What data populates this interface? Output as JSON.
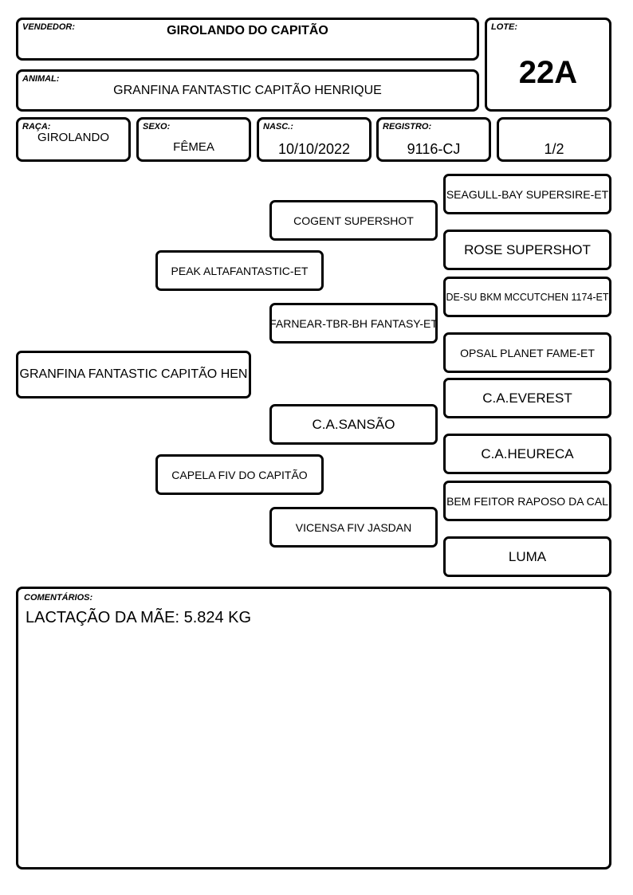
{
  "header": {
    "vendedor_label": "VENDEDOR:",
    "vendedor": "GIROLANDO DO CAPITÃO",
    "lote_label": "LOTE:",
    "lote": "22A",
    "animal_label": "ANIMAL:",
    "animal": "GRANFINA FANTASTIC CAPITÃO HENRIQUE"
  },
  "info": {
    "raca_label": "RAÇA:",
    "raca": "GIROLANDO",
    "sexo_label": "SEXO:",
    "sexo": "FÊMEA",
    "nasc_label": "NASC.:",
    "nasc": "10/10/2022",
    "registro_label": "REGISTRO:",
    "registro": "9116-CJ",
    "page": "1/2"
  },
  "pedigree": {
    "animal": "GRANFINA FANTASTIC CAPITÃO HEN",
    "sire": "PEAK ALTAFANTASTIC-ET",
    "dam": "CAPELA FIV DO CAPITÃO",
    "sire_sire": "COGENT SUPERSHOT",
    "sire_dam": "FARNEAR-TBR-BH FANTASY-ET",
    "dam_sire": "C.A.SANSÃO",
    "dam_dam": "VICENSA FIV JASDAN",
    "sss": "SEAGULL-BAY SUPERSIRE-ET",
    "ssd": "ROSE SUPERSHOT",
    "sds": "DE-SU BKM MCCUTCHEN 1174-ET",
    "sdd": "OPSAL PLANET FAME-ET",
    "dss": "C.A.EVEREST",
    "dsd": "C.A.HEURECA",
    "dds": "BEM FEITOR RAPOSO DA CAL",
    "ddd": "LUMA"
  },
  "comments": {
    "label": "COMENTÁRIOS:",
    "text": "LACTAÇÃO DA MÃE: 5.824 KG"
  }
}
